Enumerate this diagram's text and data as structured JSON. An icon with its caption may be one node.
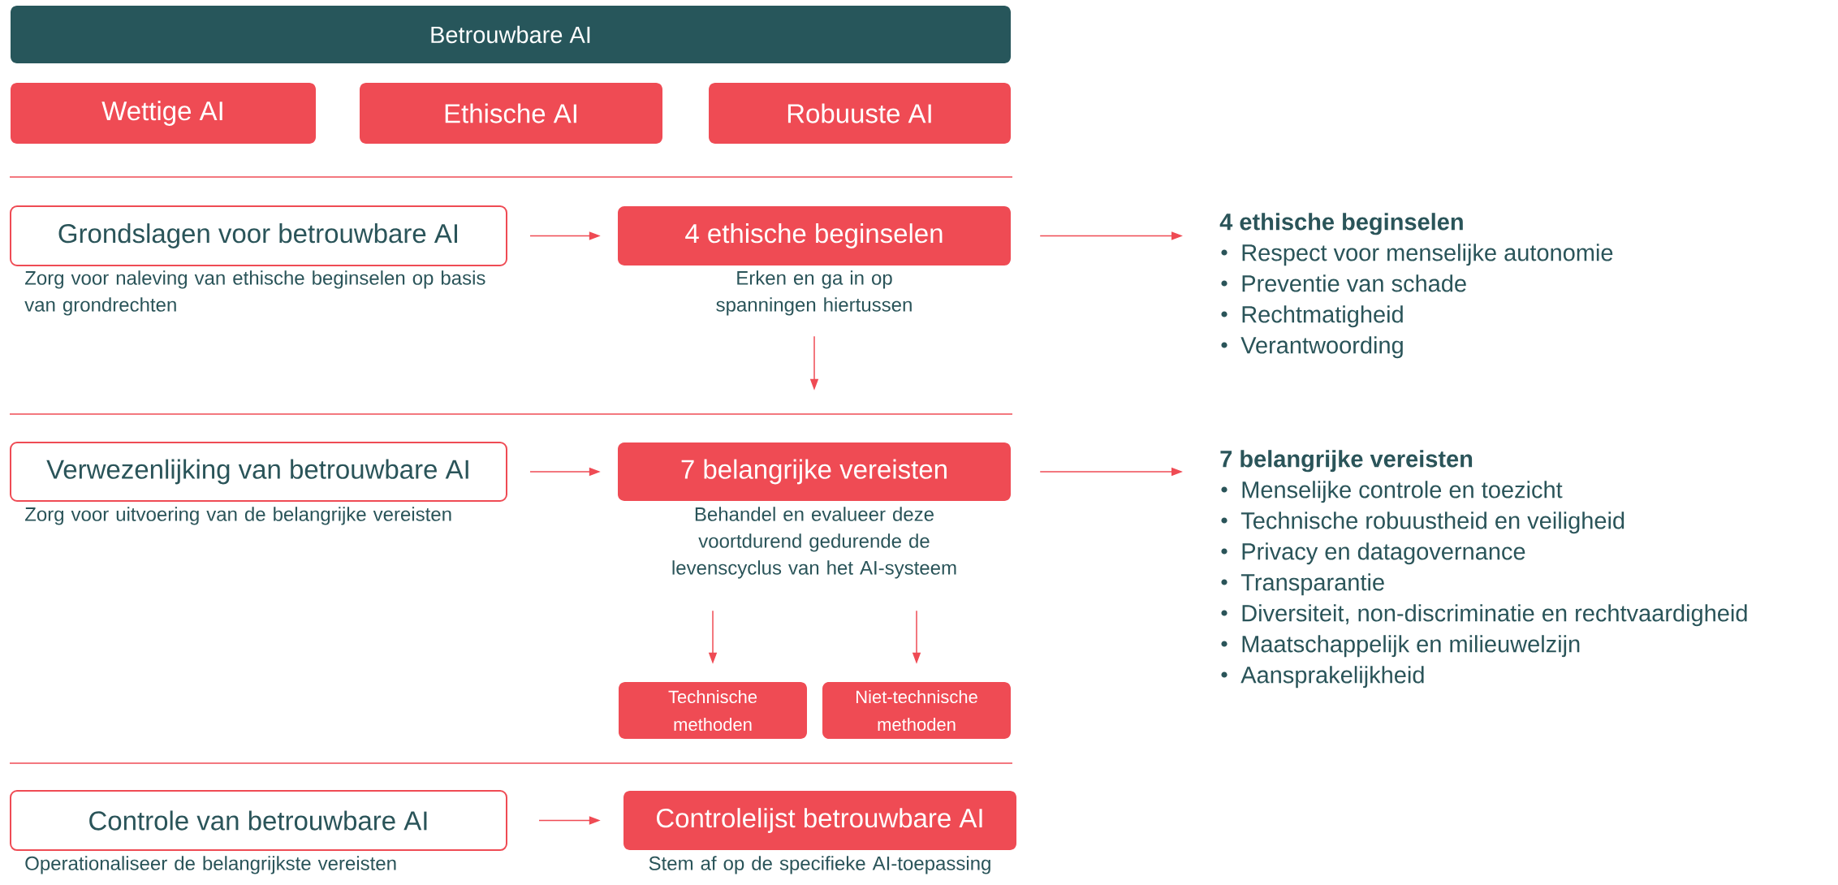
{
  "diagram": {
    "nodes": [
      {
        "text": [
          "Betrouwbare AI"
        ]
      },
      {
        "text": [
          "Wettige AI"
        ]
      },
      {
        "text": [
          "Ethische AI"
        ]
      },
      {
        "text": [
          "Robuuste AI"
        ]
      },
      {
        "text": [
          "Grondslagen voor betrouwbare  AI"
        ],
        "beside": [
          "Zorg voor naleving van ethische beginselen op basis van grondrechten"
        ]
      },
      {
        "text": [
          "4 ethische beginselen"
        ],
        "beside": [
          "Erken en ga in op spanningen hiertussen"
        ]
      },
      {
        "text": [
          "4 ethische beginselen",
          "Respect voor menselijke autonomie",
          "Preventie van schade",
          "Rechtmatigheid",
          "Verantwoording"
        ]
      },
      {
        "text": [
          "Verwezenlijking van betrouwbare  AI"
        ],
        "beside": [
          "Zorg voor uitvoering van de belangrijke vereisten"
        ]
      },
      {
        "text": [
          "7 belangrijke vereisten"
        ],
        "beside": [
          "Behandel en evalueer deze voortdurend gedurende de levenscyclus van het AI-systeem"
        ]
      },
      {
        "text": [
          "7 belangrijke vereisten",
          "Menselijke controle en toezicht",
          "Technische robuustheid en veiligheid",
          "Privacy en datagovernance",
          "Transparantie",
          "Diversiteit, non-discriminatie en rechtvaardigheid",
          "Maatschappelijk en milieuwelzijn",
          "Aansprakelijkheid"
        ]
      },
      {
        "text": [
          "Technische methoden"
        ]
      },
      {
        "text": [
          "Niet-technische methoden"
        ]
      },
      {
        "text": [
          "Controle van betrouwbare  AI"
        ],
        "beside": [
          "Operationaliseer de belangrijkste vereisten"
        ]
      },
      {
        "text": [
          "Controlelijst betrouwbare AI"
        ],
        "beside": [
          "Stem af op de specifieke AI-toepassing"
        ]
      }
    ],
    "edges": [
      {
        "from": 4,
        "to": 5,
        "arrow": "to"
      },
      {
        "from": 5,
        "to": 6,
        "arrow": "to"
      },
      {
        "from": 5,
        "to": 8,
        "arrow": "to"
      },
      {
        "from": 7,
        "to": 8,
        "arrow": "to"
      },
      {
        "from": 8,
        "to": 9,
        "arrow": "to"
      },
      {
        "from": 8,
        "to": 10,
        "arrow": "to"
      },
      {
        "from": 8,
        "to": 11,
        "arrow": "to"
      },
      {
        "from": 12,
        "to": 13,
        "arrow": "to"
      }
    ]
  }
}
